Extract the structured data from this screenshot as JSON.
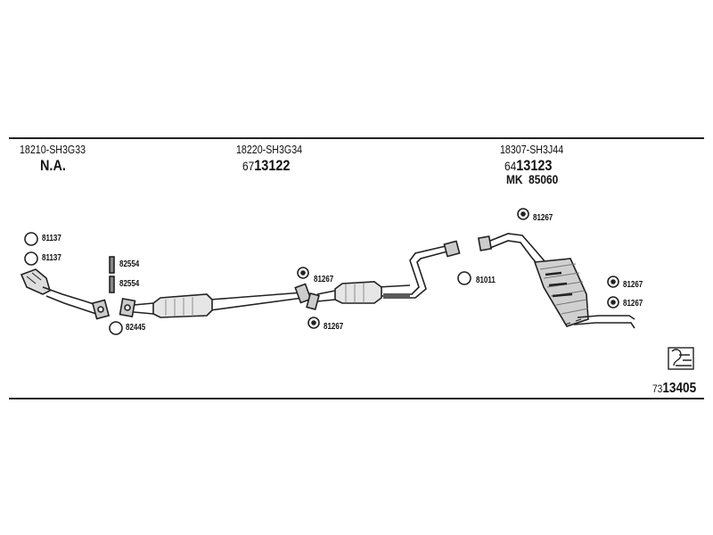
{
  "sections": [
    {
      "part_no": "18210-SH3G33",
      "code_plain": "N.A.",
      "code_prefix": "",
      "code_main": ""
    },
    {
      "part_no": "18220-SH3G34",
      "code_plain": "",
      "code_prefix": "67",
      "code_main": "13122"
    },
    {
      "part_no": "18307-SH3J44",
      "code_plain": "",
      "code_prefix": "64",
      "code_main": "13123"
    }
  ],
  "mk_label": "MK",
  "mk_value": "85060",
  "refs": {
    "r1": "81137",
    "r2": "81137",
    "r3": "82554",
    "r4": "82554",
    "r5": "82445",
    "r6": "81267",
    "r7": "81267",
    "r8": "81011",
    "r9": "81267",
    "r10": "81267",
    "r11": "81267"
  },
  "footer": {
    "prefix": "73",
    "main": "13405"
  },
  "colors": {
    "ink": "#111111",
    "line": "#222222",
    "shade": "#777777"
  }
}
